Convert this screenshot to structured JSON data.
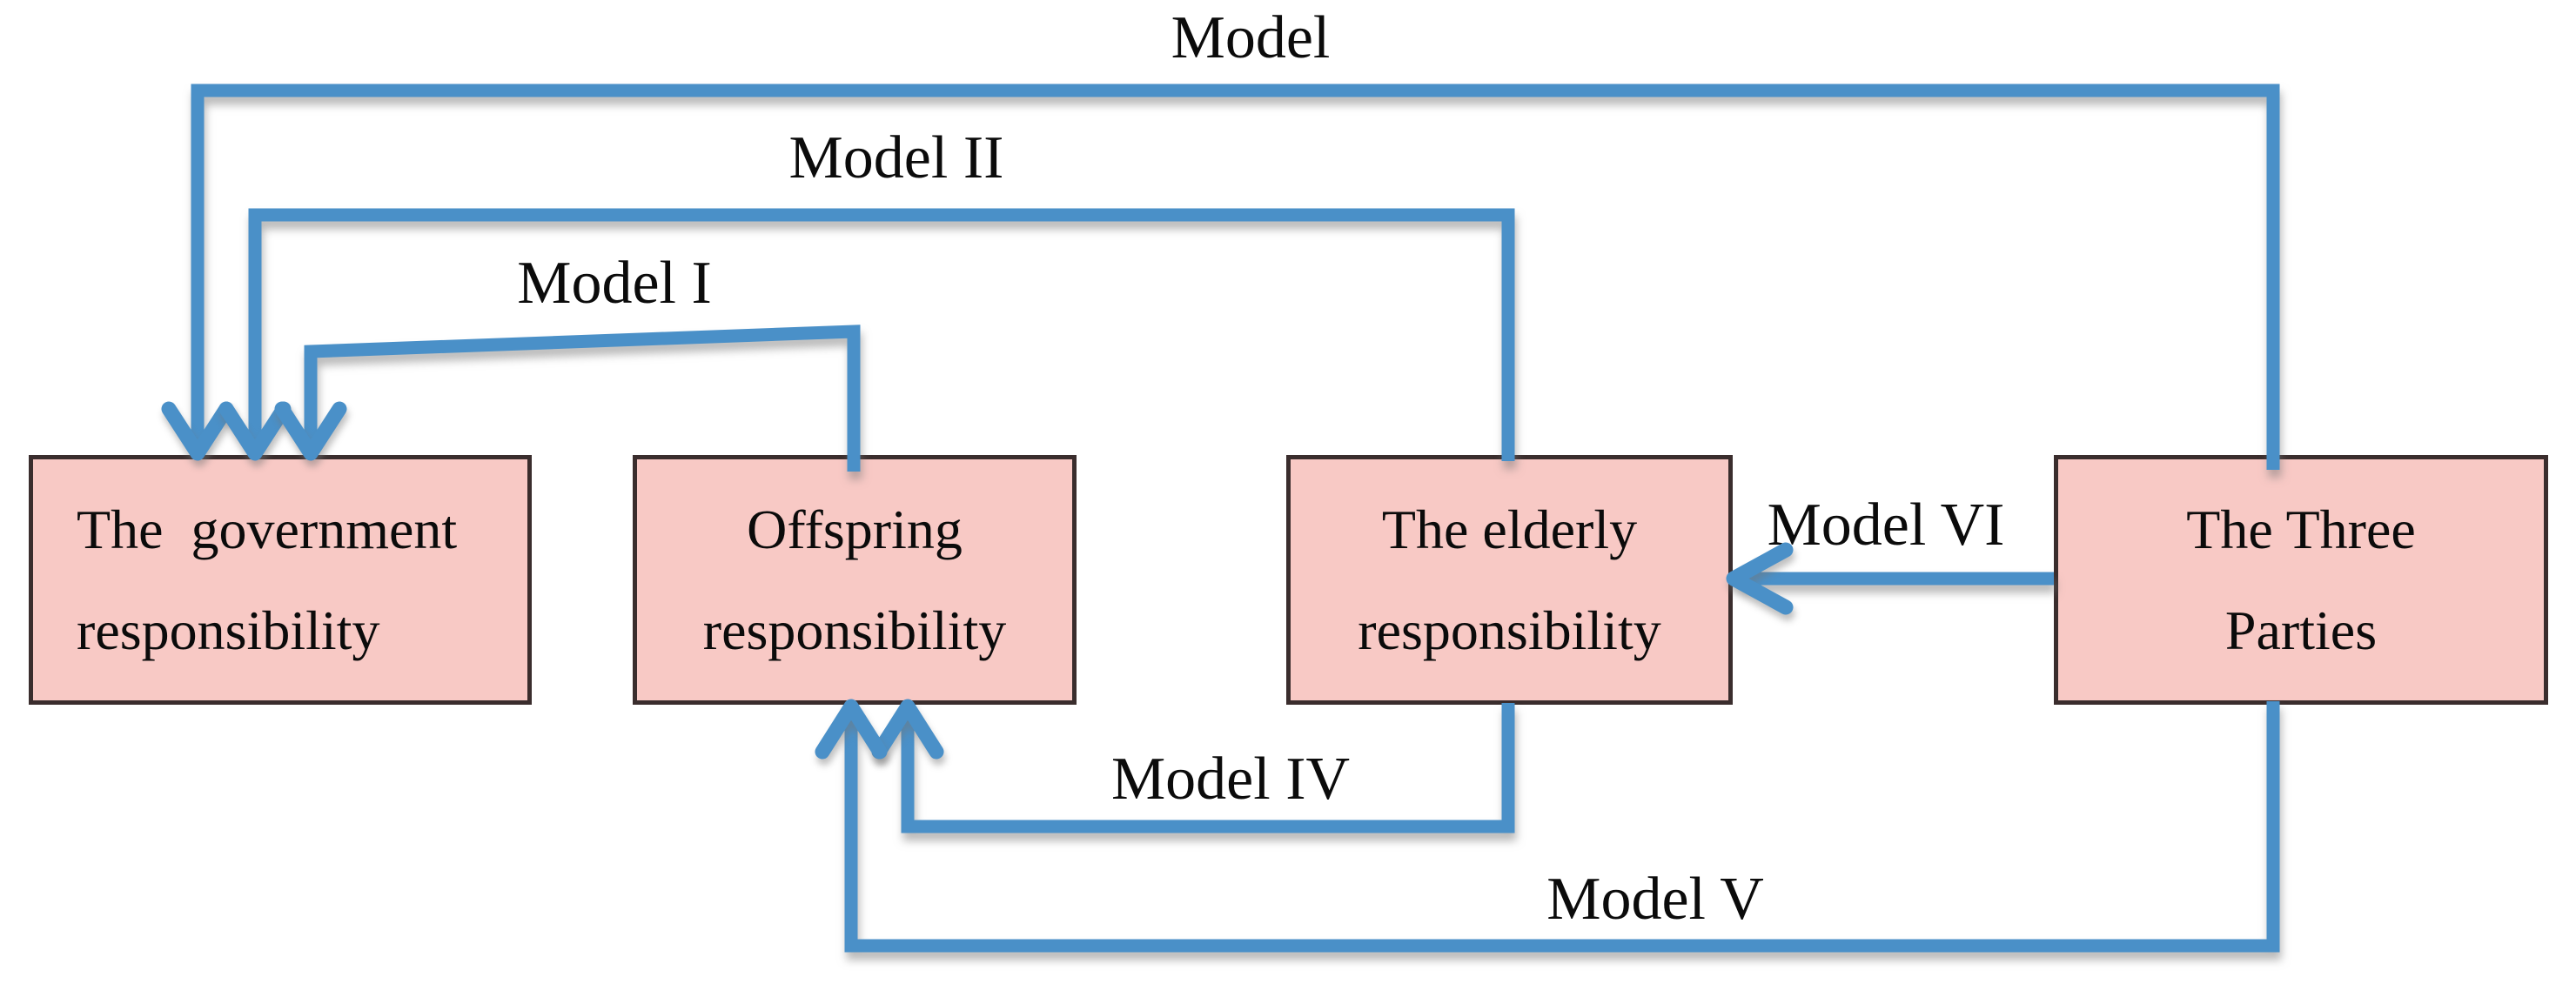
{
  "colors": {
    "connector_blue": "#4a90c8",
    "box_fill": "#f8c9c5",
    "box_border": "#3a2d2d",
    "text_black": "#0b0b0b",
    "background": "#ffffff"
  },
  "boxes": {
    "government": {
      "line1": "The  government",
      "line2": "responsibility"
    },
    "offspring": {
      "line1": "Offspring",
      "line2": "responsibility"
    },
    "elderly": {
      "line1": "The elderly",
      "line2": "responsibility"
    },
    "three_parties": {
      "line1": "The Three",
      "line2": "Parties"
    }
  },
  "connector_labels": {
    "model": "Model",
    "model_1": "Model I",
    "model_2": "Model II",
    "model_4": "Model IV",
    "model_5": "Model V",
    "model_6": "Model VI"
  }
}
